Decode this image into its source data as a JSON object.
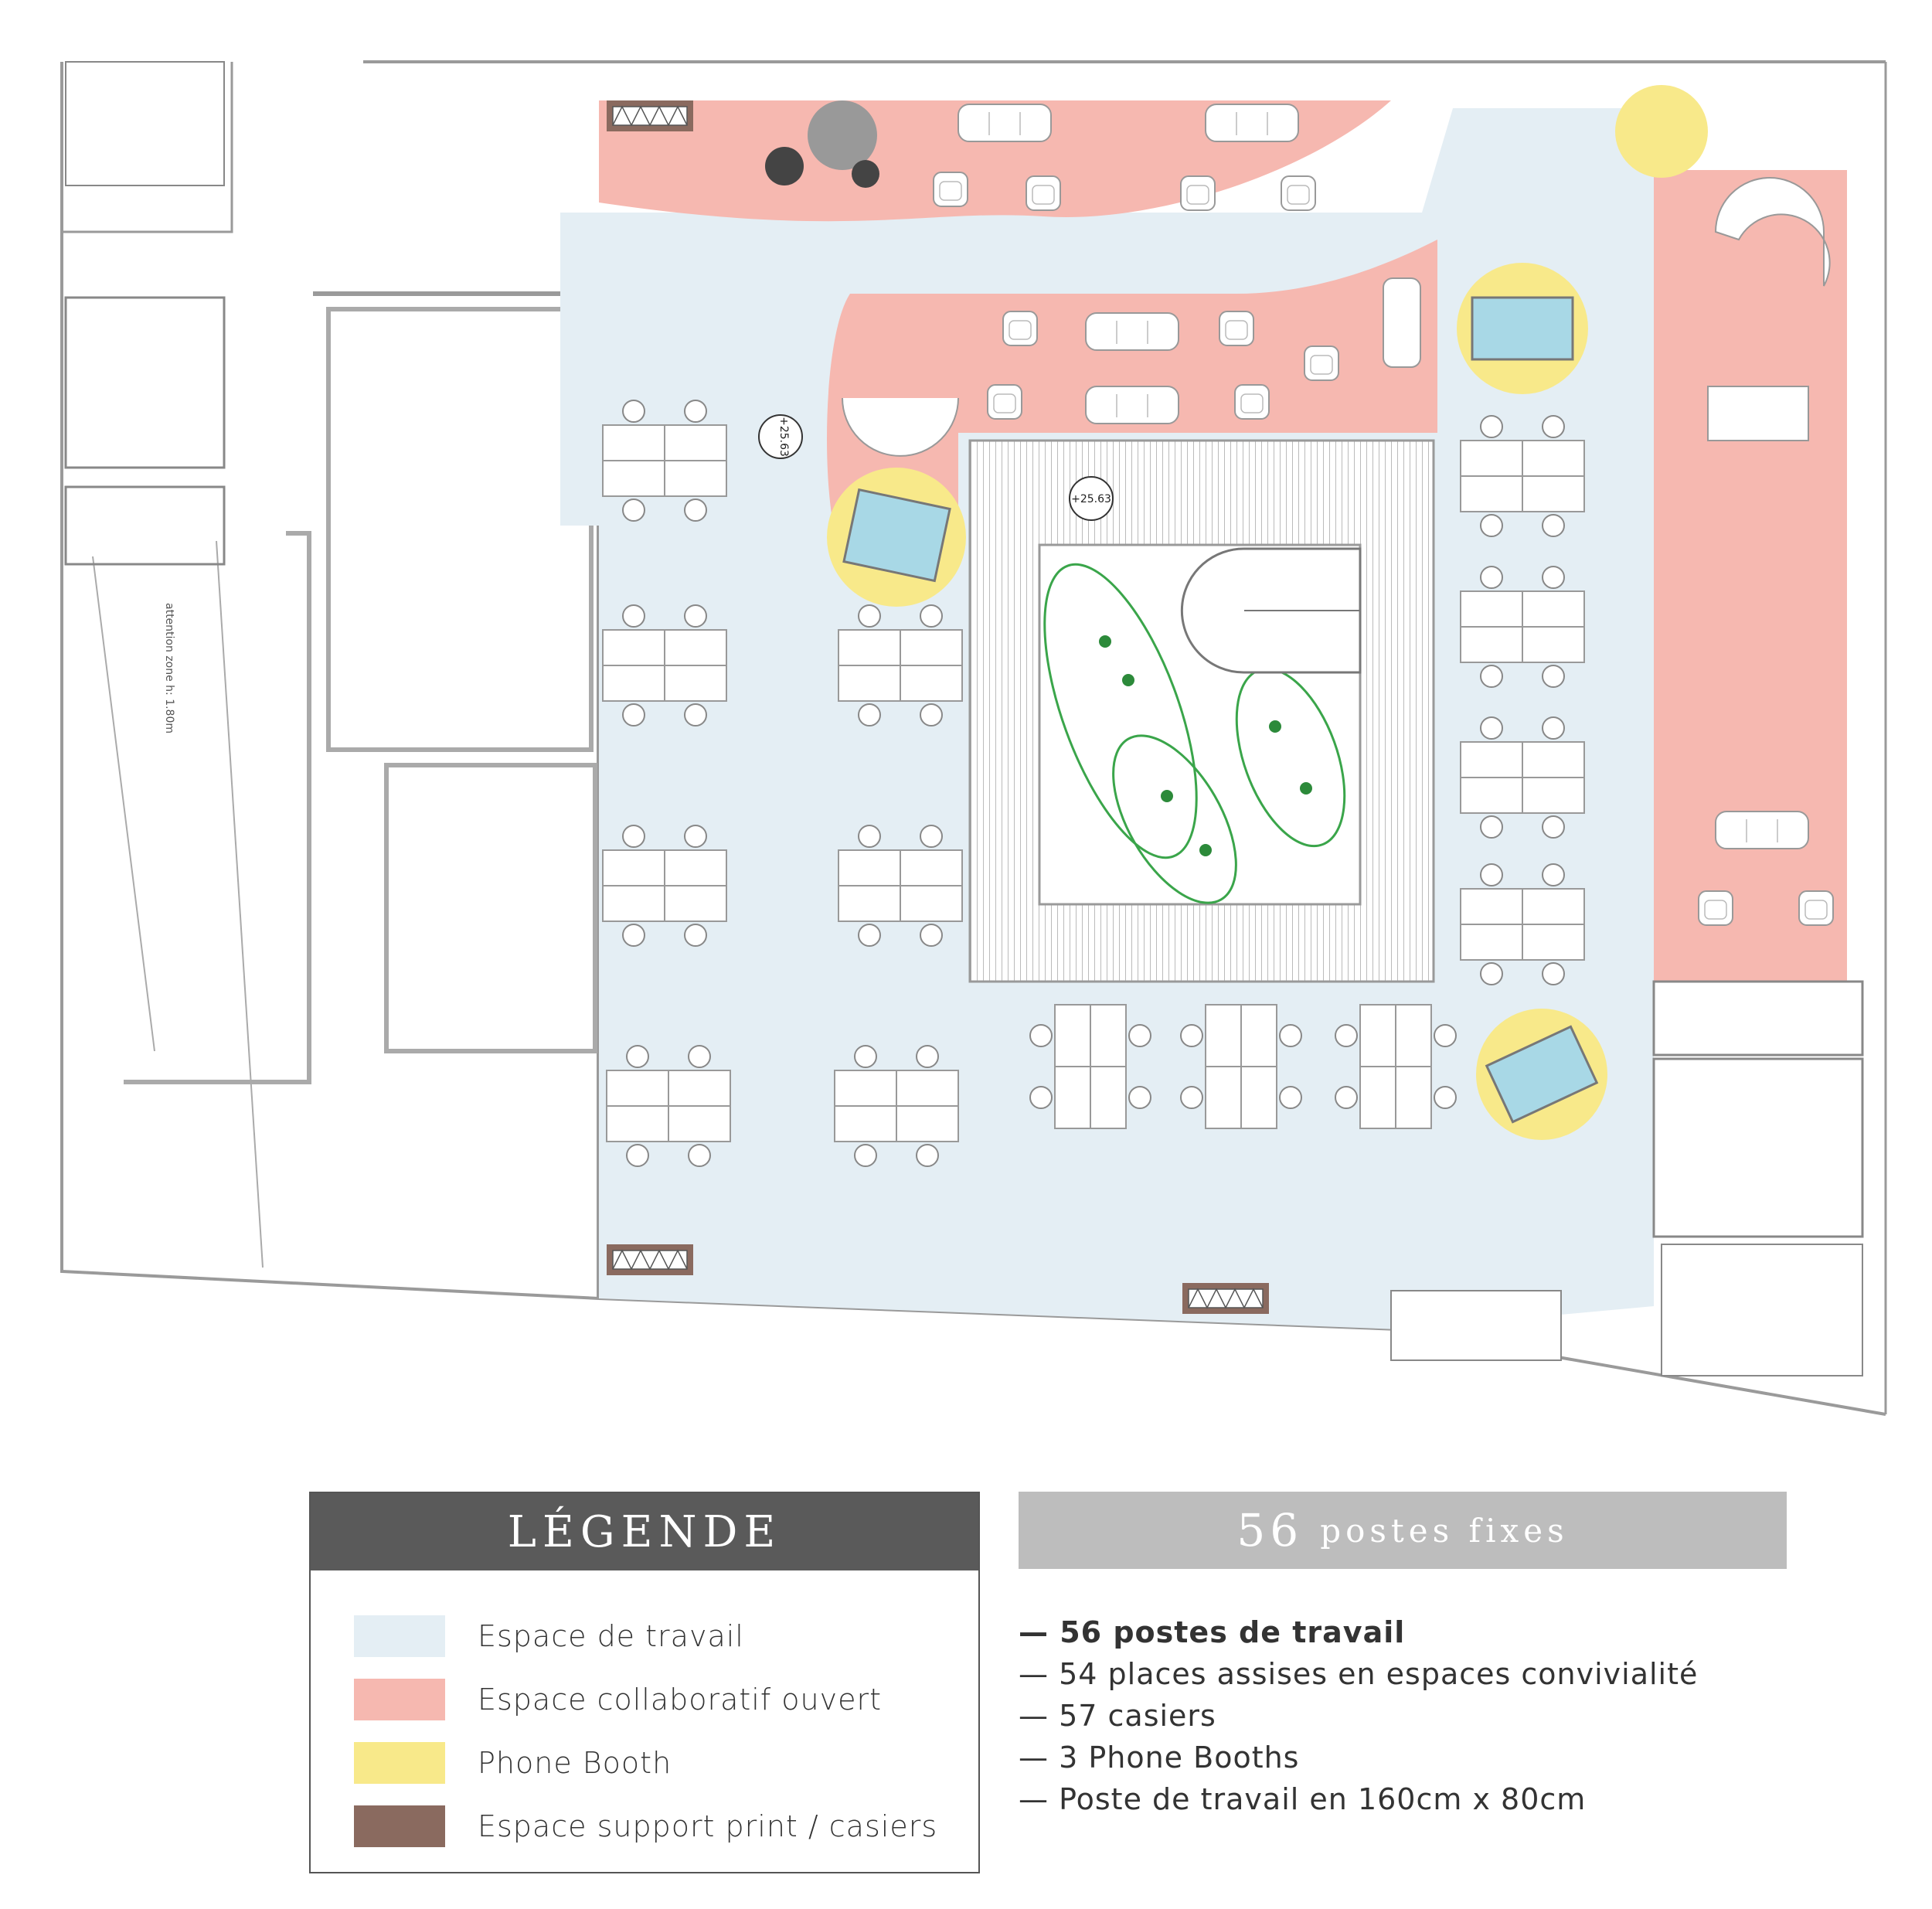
{
  "colors": {
    "workspace": "#e4eef4",
    "collaborative": "#f6b8b0",
    "phone_booth": "#f8e98a",
    "support": "#8a6a5f",
    "wall": "#9a9a9a",
    "plant": "#3aa54a",
    "booth_table": "#a8d8e6"
  },
  "plan": {
    "elevation_labels": [
      "+25.63",
      "+25.63"
    ],
    "note_text": "attention zone h: 1.80m"
  },
  "legend": {
    "title": "LÉGENDE",
    "items": [
      {
        "label": "Espace de travail",
        "color": "#e4eef4"
      },
      {
        "label": "Espace collaboratif ouvert",
        "color": "#f6b8b0"
      },
      {
        "label": "Phone Booth",
        "color": "#f8e98a"
      },
      {
        "label": "Espace support print / casiers",
        "color": "#8a6a5f"
      }
    ]
  },
  "stats": {
    "header_number": "56",
    "header_unit": "postes fixes",
    "lines": [
      "— 56 postes de travail",
      "— 54 places assises en espaces convivialité",
      "— 57 casiers",
      "— 3 Phone Booths",
      "— Poste de travail en 160cm x 80cm"
    ]
  }
}
